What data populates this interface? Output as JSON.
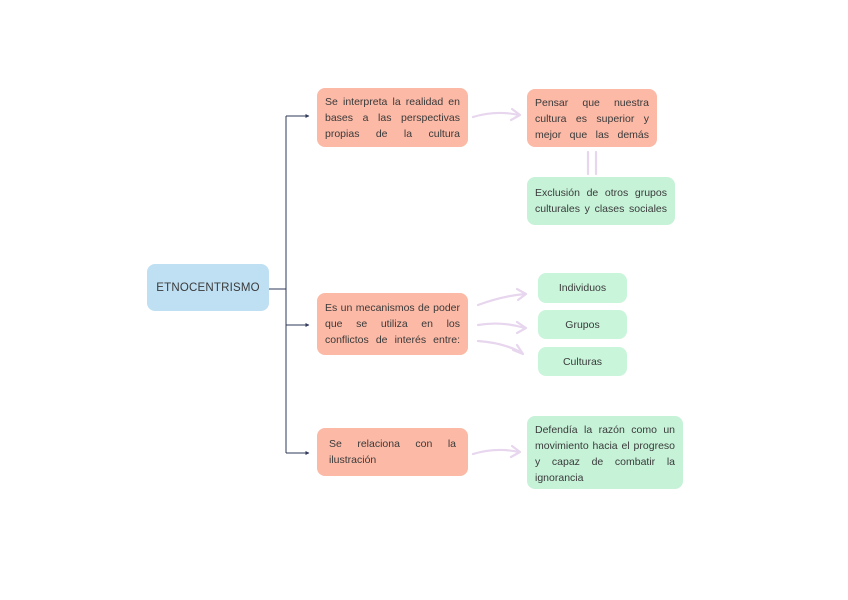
{
  "root": {
    "label": "ETNOCENTRISMO"
  },
  "branches": [
    {
      "text": "Se interpreta la realidad en bases a las perspectivas propias de la cultura",
      "targets": [
        {
          "text": "Pensar que nuestra cultura es superior y mejor que las demás"
        },
        {
          "text": "Exclusión de otros grupos culturales y clases sociales"
        }
      ]
    },
    {
      "text": "Es un mecanismos de poder que se utiliza en los conflictos de interés entre:",
      "targets": [
        {
          "text": "Individuos"
        },
        {
          "text": "Grupos"
        },
        {
          "text": "Culturas"
        }
      ]
    },
    {
      "text": "Se relaciona con la ilustración",
      "targets": [
        {
          "text": "Defendía la razón como un movimiento hacia el progreso y capaz de combatir la ignorancia"
        }
      ]
    }
  ],
  "colors": {
    "root": "#bfe0f3",
    "branch": "#fbb9a6",
    "leaf": "#c6f2d8",
    "connector": "#2f3a5a",
    "arrow": "#e7d6ee"
  }
}
